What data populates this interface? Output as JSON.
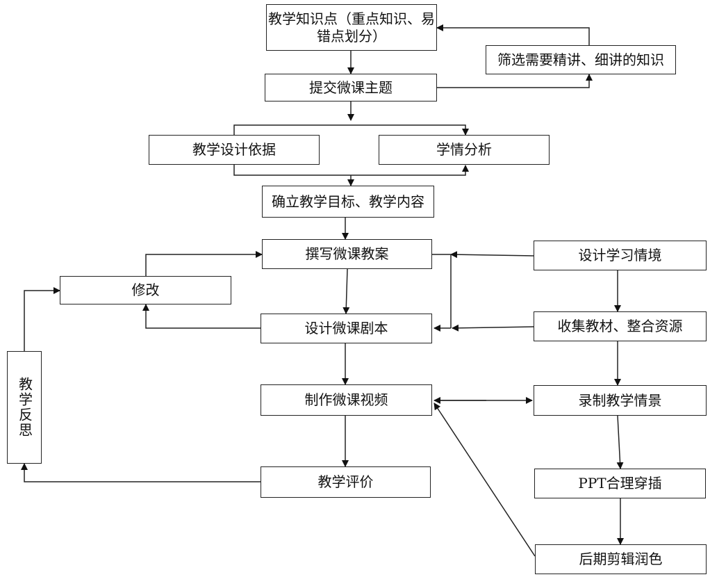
{
  "nodes": {
    "knowledge_points": "教学知识点（重点知识、易错点划分）",
    "filter_knowledge": "筛选需要精讲、细讲的知识",
    "submit_topic": "提交微课主题",
    "design_basis": "教学设计依据",
    "learner_analysis": "学情分析",
    "set_objectives": "确立教学目标、教学内容",
    "write_plan": "撰写微课教案",
    "revise": "修改",
    "design_scene": "设计学习情境",
    "design_script": "设计微课剧本",
    "collect_materials": "收集教材、整合资源",
    "teaching_reflection": "教学反思",
    "produce_video": "制作微课视频",
    "record_scene": "录制教学情景",
    "ppt_insert": "PPT合理穿插",
    "teaching_evaluation": "教学评价",
    "post_editing": "后期剪辑润色"
  }
}
